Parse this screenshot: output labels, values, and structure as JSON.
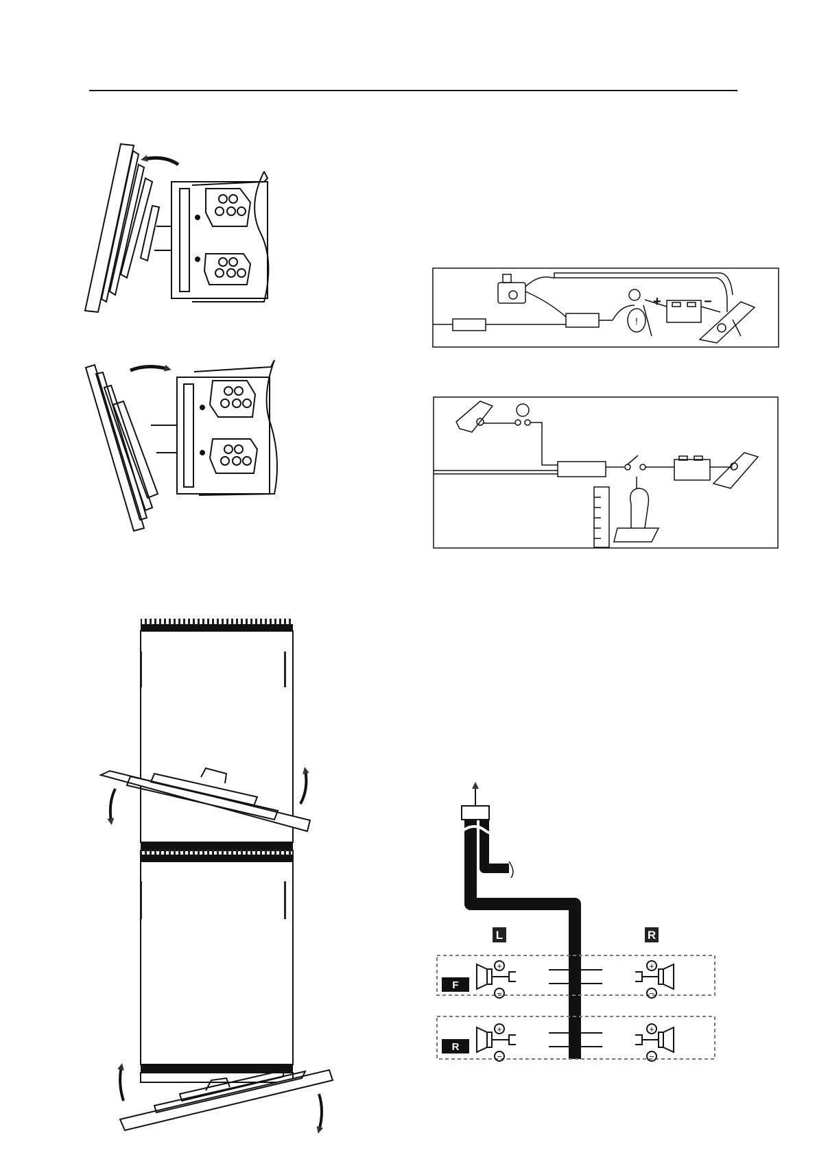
{
  "page": {
    "kind": "manual-illustration-page"
  },
  "ground_diagram": {
    "battery_plus": "+",
    "battery_minus": "−"
  },
  "speaker_diagram": {
    "left_label": "L",
    "right_label": "R",
    "front_label": "F",
    "rear_label": "R",
    "plus_symbol": "+",
    "minus_symbol": "−"
  }
}
